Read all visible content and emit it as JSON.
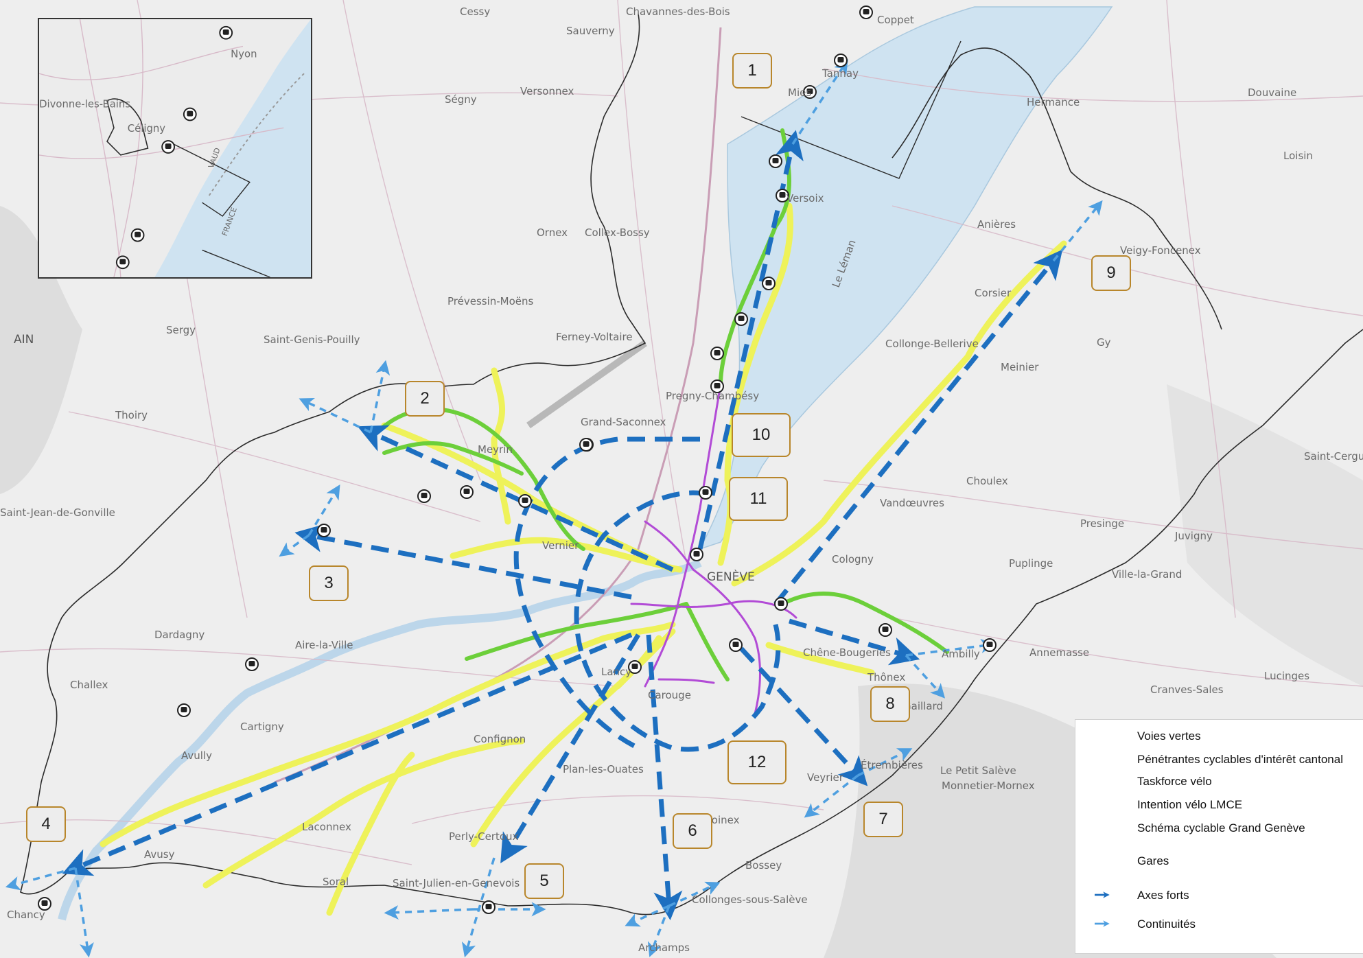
{
  "places": {
    "cessy": "Cessy",
    "chavannes": "Chavannes-des-Bois",
    "coppet": "Coppet",
    "sauverny": "Sauverny",
    "versonnex": "Versonnex",
    "segny": "Ségny",
    "tannay": "Tannay",
    "mies": "Mies",
    "hermance": "Hermance",
    "douvaine": "Douvaine",
    "loisin": "Loisin",
    "ornex": "Ornex",
    "collex": "Collex-Bossy",
    "versoix": "Versoix",
    "anieres": "Anières",
    "veigy": "Veigy-Foncenex",
    "prevessin": "Prévessin-Moëns",
    "ferney": "Ferney-Voltaire",
    "corsier": "Corsier",
    "sergy": "Sergy",
    "saint_genis": "Saint-Genis-Pouilly",
    "ain": "AIN",
    "collonge": "Collonge-Bellerive",
    "meinier": "Meinier",
    "gy": "Gy",
    "thoiry": "Thoiry",
    "pregny": "Pregny-Chambésy",
    "grand_saconnex": "Grand-Saconnex",
    "meyrin": "Meyrin",
    "saint_cergues": "Saint-Cergues",
    "choulex": "Choulex",
    "vandoeuvres": "Vandœuvres",
    "presinge": "Presinge",
    "juvigny": "Juvigny",
    "saint_jean": "Saint-Jean-de-Gonville",
    "vernier": "Vernier",
    "geneve": "GENÈVE",
    "cologny": "Cologny",
    "puplinge": "Puplinge",
    "ville_la_grand": "Ville-la-Grand",
    "dardagny": "Dardagny",
    "aire_la_ville": "Aire-la-Ville",
    "chene": "Chêne-Bougeries",
    "ambilly": "Ambilly",
    "annemasse": "Annemasse",
    "lucinges": "Lucinges",
    "chancy_chalex": "Challex",
    "cartigny": "Cartigny",
    "lancy": "Lancy",
    "carouge": "Carouge",
    "thonex": "Thônex",
    "gaillard": "Gaillard",
    "cranves": "Cranves-Sales",
    "avully": "Avully",
    "confignon": "Confignon",
    "etrembieres": "Étrembières",
    "petit_saleve": "Le Petit Salève",
    "monnetier": "Monnetier-Mornex",
    "veyrier": "Veyrier",
    "plan_les_ouates": "Plan-les-Ouates",
    "avusy": "Avusy",
    "laconnex": "Laconnex",
    "perly": "Perly-Certoux",
    "troinex": "Troinex",
    "bossey": "Bossey",
    "soral": "Soral",
    "saint_julien": "Saint-Julien-en-Genevois",
    "collonges": "Collonges-sous-Salève",
    "archamps": "Archamps",
    "chancy": "Chancy",
    "lac": "Le Léman",
    "nyon": "Nyon",
    "divonne": "Divonne-les-Bains",
    "celigny": "Céligny",
    "vaud": "VAUD",
    "france": "FRANCE"
  },
  "callouts": {
    "c1": "1",
    "c2": "2",
    "c3": "3",
    "c4": "4",
    "c5": "5",
    "c6": "6",
    "c7": "7",
    "c8": "8",
    "c9": "9",
    "c10": "10",
    "c11": "11",
    "c12": "12"
  },
  "legend": {
    "voies_vertes": "Voies  vertes",
    "penetrantes": "Pénétrantes cyclables d'intérêt cantonal",
    "taskforce": "Taskforce vélo",
    "intention": "Intention vélo LMCE",
    "schema": "Schéma cyclable Grand Genève",
    "gares": "Gares",
    "axes_forts": "Axes forts",
    "continuites": "Continuités"
  },
  "colors": {
    "lake": "#cfe3f1",
    "land": "#ececec",
    "voie_verte": "#6ccf3a",
    "penetrante": "#eef25a",
    "taskforce": "#b24bd6",
    "axe_fort": "#1d6fc0",
    "continuite": "#4e9fe0",
    "border": "#2b2b2b",
    "callout_border": "#b8862b"
  }
}
